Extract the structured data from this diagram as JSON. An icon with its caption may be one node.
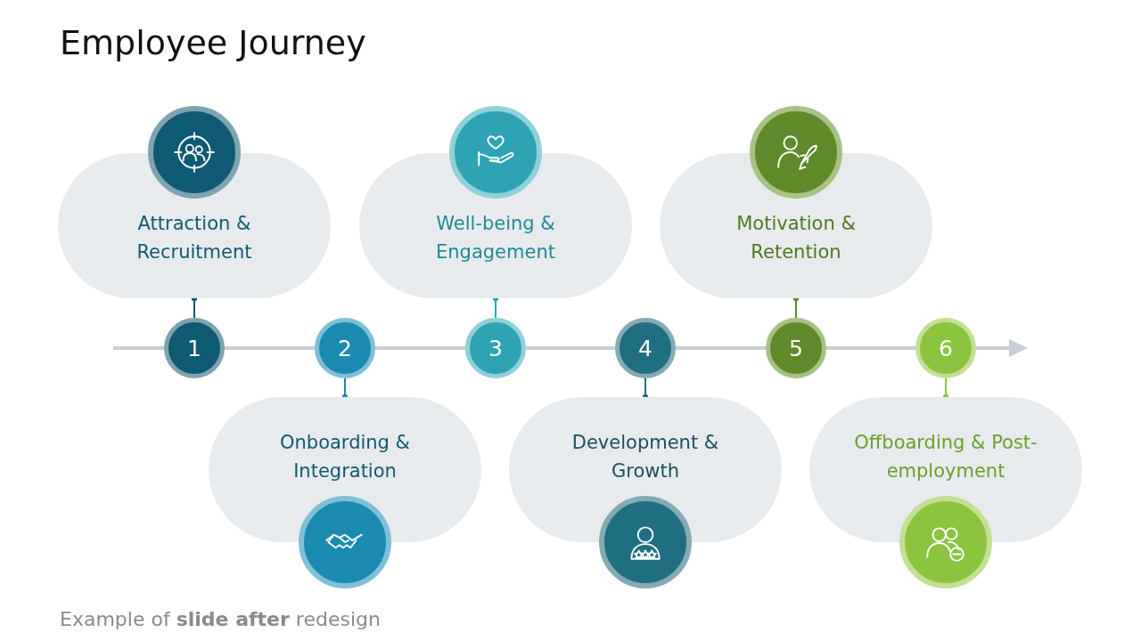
{
  "diagram": {
    "title": "Employee Journey",
    "nodes": [
      {
        "text": [
          "Attraction & Recruitment"
        ]
      },
      {
        "text": [
          "Onboarding & Integration"
        ]
      },
      {
        "text": [
          "Well-being & Engagement"
        ]
      },
      {
        "text": [
          "Development & Growth"
        ]
      },
      {
        "text": [
          "Motivation & Retention"
        ]
      },
      {
        "text": [
          "Offboarding & Post-employment"
        ]
      },
      {
        "text": [
          "1"
        ]
      },
      {
        "text": [
          "2"
        ]
      },
      {
        "text": [
          "3"
        ]
      },
      {
        "text": [
          "4"
        ]
      },
      {
        "text": [
          "5"
        ]
      },
      {
        "text": [
          "6"
        ]
      }
    ],
    "edges": [
      {
        "from": 6,
        "to": 0,
        "arrow": "other",
        "color": "#0e5a73"
      },
      {
        "from": 7,
        "to": 1,
        "arrow": "other",
        "color": "#1a8ab0"
      },
      {
        "from": 8,
        "to": 2,
        "arrow": "other",
        "color": "#2ea3b4"
      },
      {
        "from": 9,
        "to": 3,
        "arrow": "other",
        "color": "#1f6f80"
      },
      {
        "from": 10,
        "to": 4,
        "arrow": "other",
        "color": "#5e8a2a"
      },
      {
        "from": 11,
        "to": 5,
        "arrow": "other",
        "color": "#8cc43f"
      }
    ],
    "caption": "Example of **slide after** redesign"
  }
}
